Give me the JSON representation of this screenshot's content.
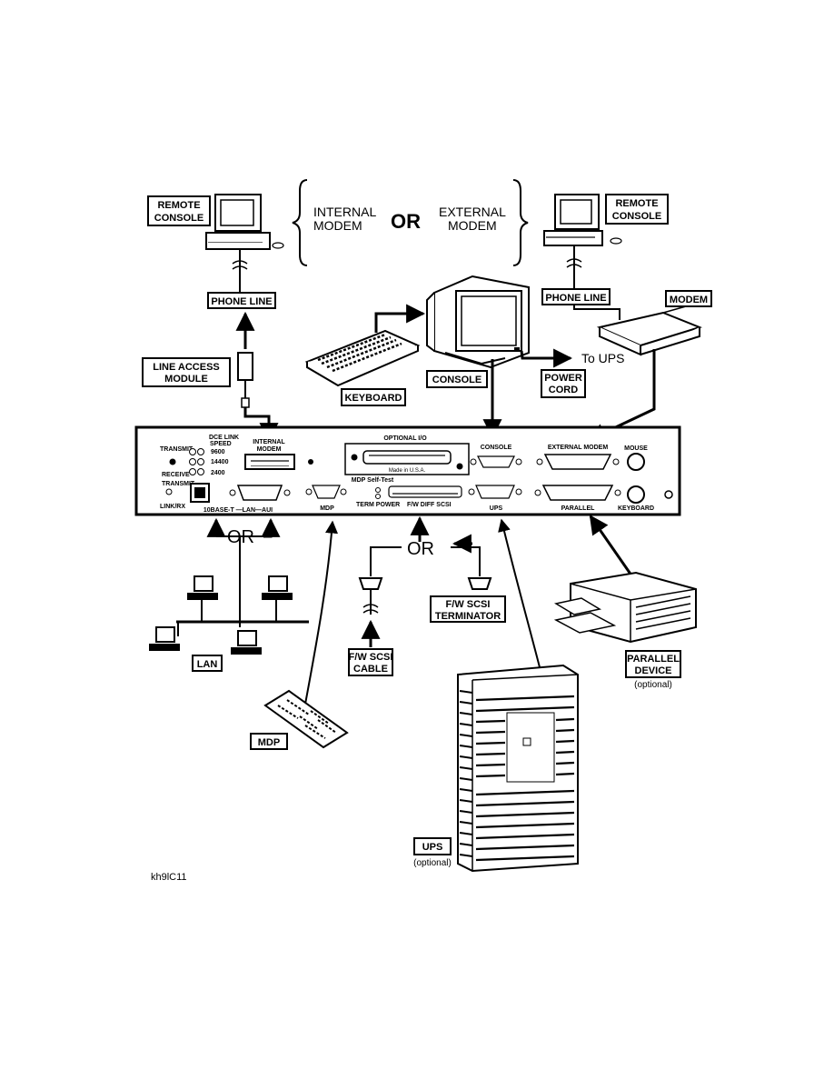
{
  "header": {
    "internal_modem": [
      "INTERNAL",
      "MODEM"
    ],
    "or": "OR",
    "external_modem": [
      "EXTERNAL",
      "MODEM"
    ]
  },
  "labels": {
    "remote_console_left": [
      "REMOTE",
      "CONSOLE"
    ],
    "remote_console_right": [
      "REMOTE",
      "CONSOLE"
    ],
    "phone_line_left": "PHONE LINE",
    "phone_line_right": "PHONE LINE",
    "modem": "MODEM",
    "line_access_module": [
      "LINE ACCESS",
      "MODULE"
    ],
    "keyboard": "KEYBOARD",
    "console": "CONSOLE",
    "to_ups": "To UPS",
    "power_cord": [
      "POWER",
      "CORD"
    ],
    "lan": "LAN",
    "mdp": "MDP",
    "fw_scsi_cable": [
      "F/W SCSI",
      "CABLE"
    ],
    "fw_scsi_terminator": [
      "F/W SCSI",
      "TERMINATOR"
    ],
    "parallel_device": [
      "PARALLEL",
      "DEVICE"
    ],
    "parallel_optional": "(optional)",
    "ups": "UPS",
    "ups_optional": "(optional)",
    "or_lan": "OR",
    "or_scsi": "OR",
    "figure_id": "kh9lC11"
  },
  "panel": {
    "transmit": "TRANSMIT",
    "receive": "RECEIVE",
    "dce_link_speed": [
      "DCE LINK",
      "SPEED"
    ],
    "speed_9600": "9600",
    "speed_14400": "14400",
    "speed_2400": "2400",
    "internal_modem": [
      "INTERNAL",
      "MODEM"
    ],
    "optional_io": "OPTIONAL I/O",
    "made_in_usa": "Made in U.S.A.",
    "console": "CONSOLE",
    "external_modem": "EXTERNAL MODEM",
    "mouse": "MOUSE",
    "mdp_self_test": "MDP Self-Test",
    "base_lan_aui": "10BASE-T —LAN—AUI",
    "mdp": "MDP",
    "term_power": "TERM POWER",
    "fw_diff_scsi": "F/W DIFF SCSI",
    "ups": "UPS",
    "parallel": "PARALLEL",
    "keyboard": "KEYBOARD",
    "link_small": "LINK/RX",
    "transmit_small": "TRANSMIT"
  },
  "colors": {
    "ink": "#000000",
    "paper": "#ffffff",
    "shade": "#d8d8d8"
  }
}
